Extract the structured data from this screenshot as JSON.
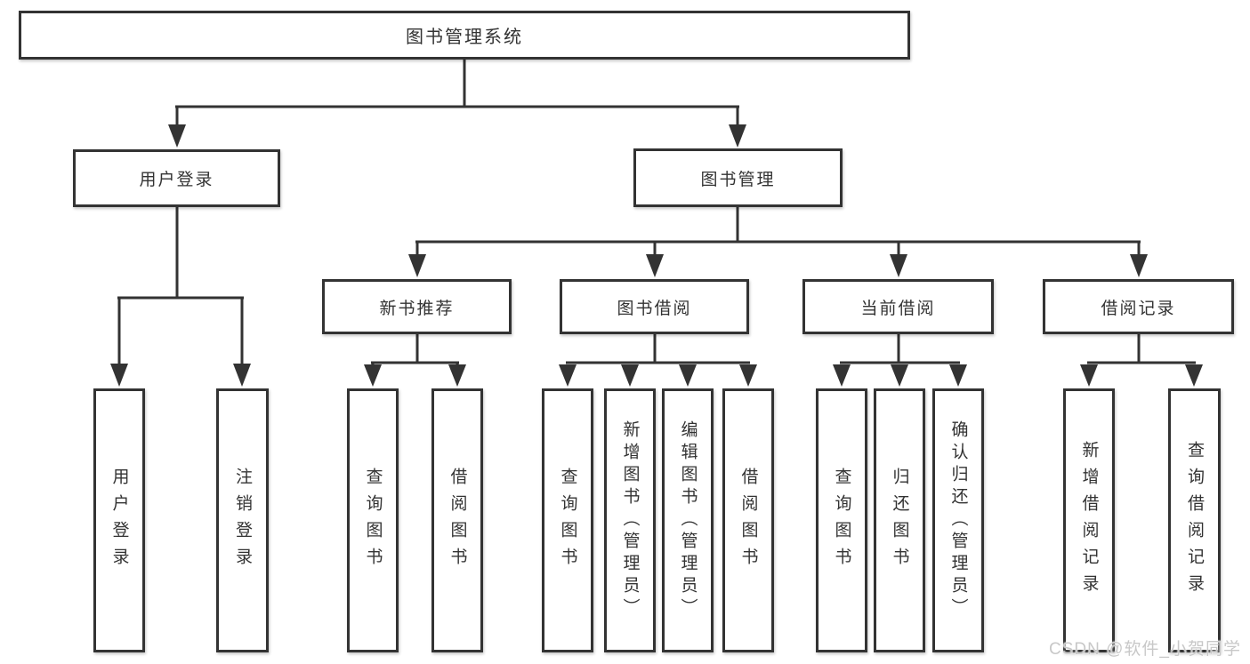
{
  "colors": {
    "line": "#333333",
    "box_border": "#333333",
    "text": "#333333",
    "watermark": "#c8c8c8",
    "bg": "#ffffff"
  },
  "watermark": {
    "text": "CSDN @软件_小贺同学"
  },
  "tree": {
    "label": "图书管理系统",
    "children": [
      {
        "label": "用户登录",
        "children": [
          {
            "label": "用户登录"
          },
          {
            "label": "注销登录"
          }
        ]
      },
      {
        "label": "图书管理",
        "children": [
          {
            "label": "新书推荐",
            "children": [
              {
                "label": "查询图书"
              },
              {
                "label": "借阅图书"
              }
            ]
          },
          {
            "label": "图书借阅",
            "children": [
              {
                "label": "查询图书"
              },
              {
                "label": "新增图书（管理员）"
              },
              {
                "label": "编辑图书（管理员）"
              },
              {
                "label": "借阅图书"
              }
            ]
          },
          {
            "label": "当前借阅",
            "children": [
              {
                "label": "查询图书"
              },
              {
                "label": "归还图书"
              },
              {
                "label": "确认归还（管理员）"
              }
            ]
          },
          {
            "label": "借阅记录",
            "children": [
              {
                "label": "新增借阅记录"
              },
              {
                "label": "查询借阅记录"
              }
            ]
          }
        ]
      }
    ]
  }
}
